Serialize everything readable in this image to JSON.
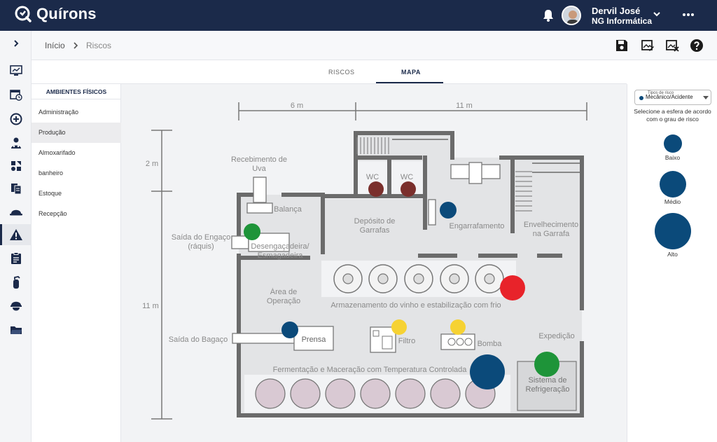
{
  "app": {
    "name": "Quírons"
  },
  "user": {
    "name": "Dervil José",
    "company": "NG Informática"
  },
  "breadcrumb": {
    "home": "Início",
    "current": "Riscos"
  },
  "tabs": [
    {
      "label": "RISCOS"
    },
    {
      "label": "MAPA"
    }
  ],
  "environments": {
    "header": "AMBIENTES FÍSICOS",
    "items": [
      "Administração",
      "Produção",
      "Almoxarifado",
      "banheiro",
      "Estoque",
      "Recepção"
    ],
    "selected": "Produção"
  },
  "risk_panel": {
    "select_legend": "Tipos de risco",
    "selected_type": "Mecânico/Acidente",
    "hint": "Selecione a esfera de acordo com o grau de risco",
    "levels": [
      "Baixo",
      "Médio",
      "Alto"
    ]
  },
  "map": {
    "dim_top_1": "6 m",
    "dim_top_2": "11 m",
    "dim_left_1": "2 m",
    "dim_left_2": "11 m",
    "labels": {
      "recebimento": "Recebimento de Uva",
      "balanca": "Balança",
      "wc1": "WC",
      "wc2": "WC",
      "deposito": "Depósito de Garrafas",
      "engarrafamento": "Engarrafamento",
      "envelhecimento": "Envelhecimento na Garrafa",
      "saida_engaco": "Saída do Engaço (ráquis)",
      "desengacadeira": "Desengaçadeira/ Esmagadeira",
      "area_operacao": "Área de Operação",
      "armazenamento": "Armazenamento do vinho e estabilização com frio",
      "saida_bagaco": "Saída do Bagaço",
      "prensa": "Prensa",
      "filtro": "Filtro",
      "bomba": "Bomba",
      "expedicao": "Expedição",
      "fermentacao": "Fermentação e Maceração com Temperatura Controlada",
      "refrigeracao": "Sistema de Refrigeração"
    }
  },
  "colors": {
    "navy": "#1b2a4a",
    "risk_blue": "#0b4a7a",
    "risk_red": "#e8232a",
    "risk_green": "#1e9439",
    "risk_yellow": "#f6d233",
    "risk_brown": "#7a2f2c"
  }
}
